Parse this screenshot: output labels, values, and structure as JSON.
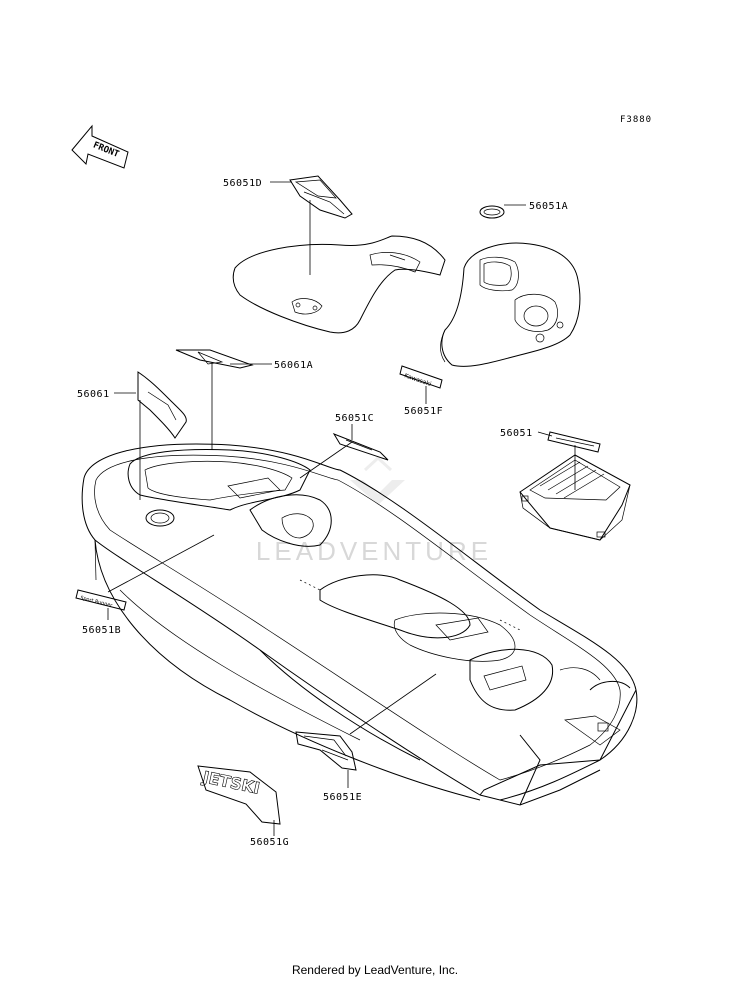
{
  "figure_code": "F3880",
  "front_label": "FRONT",
  "watermark": "LEADVENTURE",
  "footer": "Rendered by LeadVenture, Inc.",
  "labels": {
    "p56051D": "56051D",
    "p56051A": "56051A",
    "p56061A": "56061A",
    "p56061": "56061",
    "p56051F": "56051F",
    "p56051C": "56051C",
    "p56051": "56051",
    "p56051B": "56051B",
    "p56051E": "56051E",
    "p56051G": "56051G"
  },
  "decals": {
    "jetski_text": "JETSKI",
    "kawasaki_text": "Kawasaki",
    "sportrunner_text": "Sport Runner"
  }
}
